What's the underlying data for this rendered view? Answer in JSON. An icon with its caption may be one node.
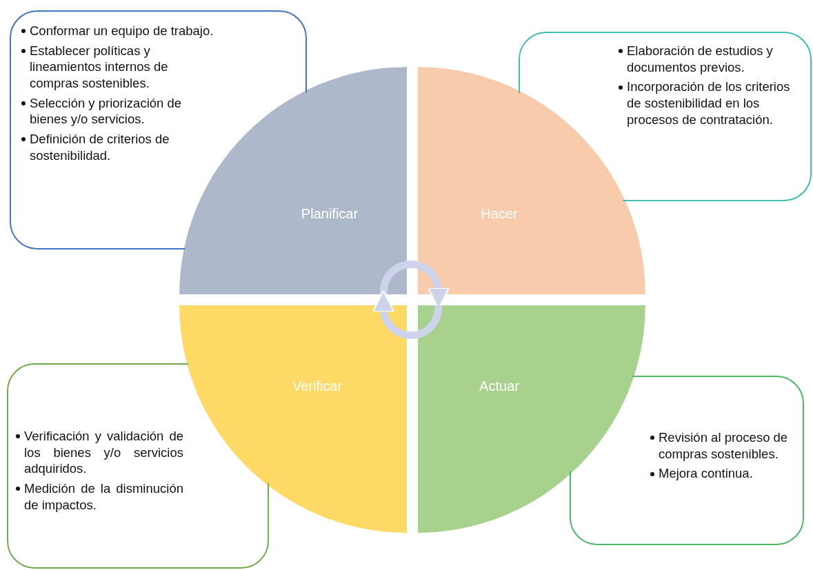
{
  "diagram": {
    "nodes": [
      {
        "text": [
          "Conformar un equipo de trabajo.",
          "Establecer políticas y lineamientos internos de compras sostenibles.",
          "Selección y priorización de bienes y/o servicios.",
          "Definición de criterios de sostenibilidad."
        ]
      },
      {
        "text": [
          "Elaboración de estudios y documentos previos.",
          "Incorporación de los criterios de sostenibilidad en los procesos de contratación."
        ]
      },
      {
        "text": [
          "Planificar"
        ]
      },
      {
        "text": [
          "Hacer"
        ]
      },
      {
        "text": [
          "Verificar"
        ]
      },
      {
        "text": [
          "Actuar"
        ]
      },
      {
        "text": [
          "Verificación y validación de los bienes y/o servicios adquiridos.",
          "Medición de la disminución de impactos."
        ]
      },
      {
        "text": [
          "Revisión al proceso de compras sostenibles.",
          "Mejora continua."
        ]
      }
    ],
    "edges": [
      {
        "from": 2,
        "to": 3,
        "arrow": "to"
      },
      {
        "from": 5,
        "to": 4,
        "arrow": "to"
      }
    ]
  }
}
